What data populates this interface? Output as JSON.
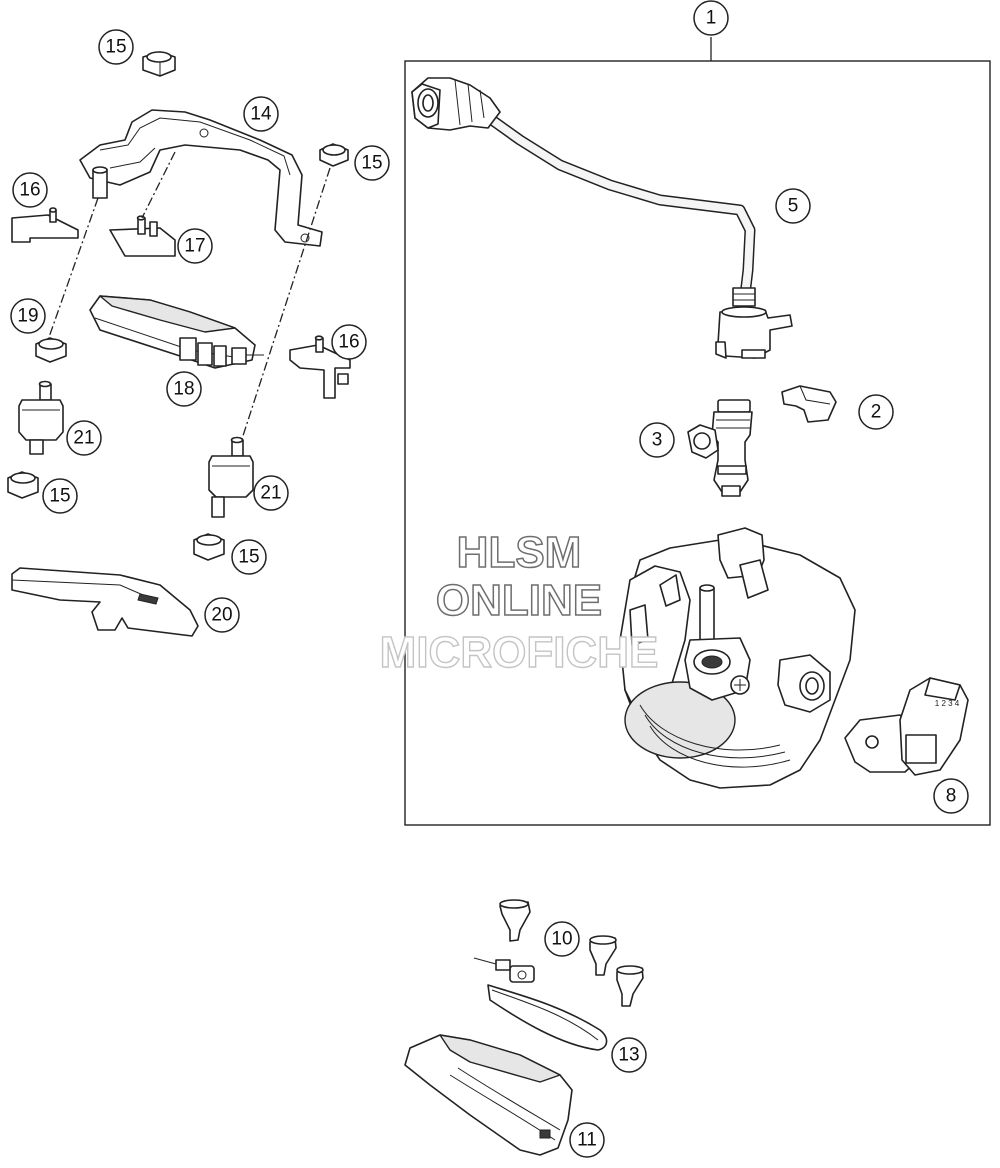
{
  "diagram": {
    "callouts": [
      {
        "label": "1"
      },
      {
        "label": "2"
      },
      {
        "label": "3"
      },
      {
        "label": "5"
      },
      {
        "label": "8"
      },
      {
        "label": "10"
      },
      {
        "label": "11"
      },
      {
        "label": "13"
      },
      {
        "label": "14"
      },
      {
        "label": "15"
      },
      {
        "label": "15"
      },
      {
        "label": "15"
      },
      {
        "label": "15"
      },
      {
        "label": "16"
      },
      {
        "label": "16"
      },
      {
        "label": "17"
      },
      {
        "label": "18"
      },
      {
        "label": "19"
      },
      {
        "label": "20"
      },
      {
        "label": "21"
      },
      {
        "label": "21"
      }
    ],
    "watermark": {
      "line1": "HLSM",
      "line2": "ONLINE",
      "line3": "MICROFICHE"
    },
    "sensor_pins": "1 2 3 4"
  }
}
